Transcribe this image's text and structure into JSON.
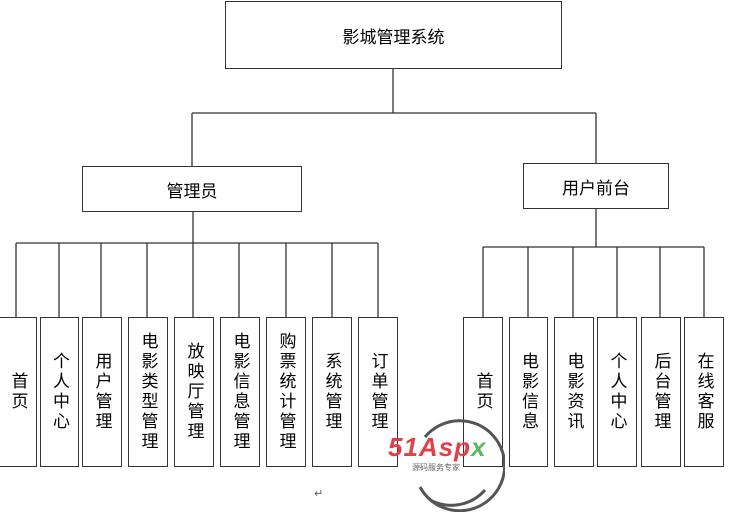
{
  "root": "影城管理系统",
  "branches": [
    {
      "label": "管理员",
      "children": [
        "首页",
        "个人中心",
        "用户管理",
        "电影类型管理",
        "放映厅管理",
        "电影信息管理",
        "购票统计管理",
        "系统管理",
        "订单管理"
      ]
    },
    {
      "label": "用户前台",
      "children": [
        "首页",
        "电影信息",
        "电影资讯",
        "个人中心",
        "后台管理",
        "在线客服"
      ]
    }
  ],
  "watermark": {
    "brand": "51Aspx",
    "brand_main": "51Asp",
    "brand_x": "x",
    "slogan": "源码服务专家"
  },
  "return_mark": "↵"
}
